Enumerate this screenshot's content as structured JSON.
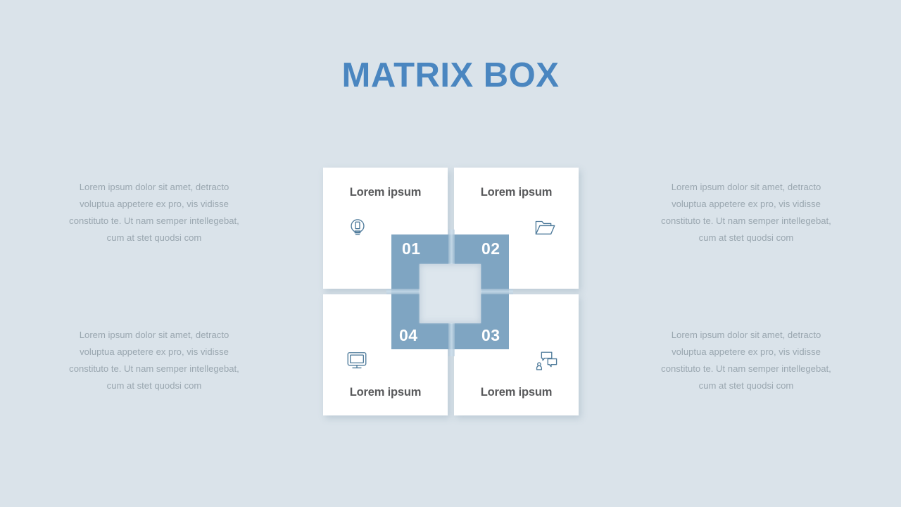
{
  "header": {
    "title": "MATRIX BOX"
  },
  "colors": {
    "background": "#dae3ea",
    "title_blue": "#4a86c0",
    "frame_blue": "#7fa5c2",
    "card_white": "#ffffff",
    "body_text_gray": "#9aa7b0",
    "heading_gray": "#58595b",
    "icon_blue": "#4f7b9b",
    "center_hole": "#dde6ed"
  },
  "body_paragraph": "Lorem ipsum dolor sit amet, detracto voluptua appetere ex pro, vis vidisse constituto te. Ut nam semper intellegebat, cum at stet quodsi com",
  "side_texts": [
    {
      "position": "top-left",
      "text": "Lorem ipsum dolor sit amet, detracto voluptua appetere ex pro, vis vidisse constituto te. Ut nam semper intellegebat, cum at stet quodsi com"
    },
    {
      "position": "bottom-left",
      "text": "Lorem ipsum dolor sit amet, detracto voluptua appetere ex pro, vis vidisse constituto te. Ut nam semper intellegebat, cum at stet quodsi com"
    },
    {
      "position": "top-right",
      "text": "Lorem ipsum dolor sit amet, detracto voluptua appetere ex pro, vis vidisse constituto te. Ut nam semper intellegebat, cum at stet quodsi com"
    },
    {
      "position": "bottom-right",
      "text": "Lorem ipsum dolor sit amet, detracto voluptua appetere ex pro, vis vidisse constituto te. Ut nam semper intellegebat, cum at stet quodsi com"
    }
  ],
  "quadrants": [
    {
      "number": "01",
      "title": "Lorem ipsum",
      "icon": "lightbulb-icon",
      "position": "top-left"
    },
    {
      "number": "02",
      "title": "Lorem ipsum",
      "icon": "folder-icon",
      "position": "top-right"
    },
    {
      "number": "03",
      "title": "Lorem ipsum",
      "icon": "chat-bubbles-icon",
      "position": "bottom-right"
    },
    {
      "number": "04",
      "title": "Lorem ipsum",
      "icon": "monitor-icon",
      "position": "bottom-left"
    }
  ]
}
